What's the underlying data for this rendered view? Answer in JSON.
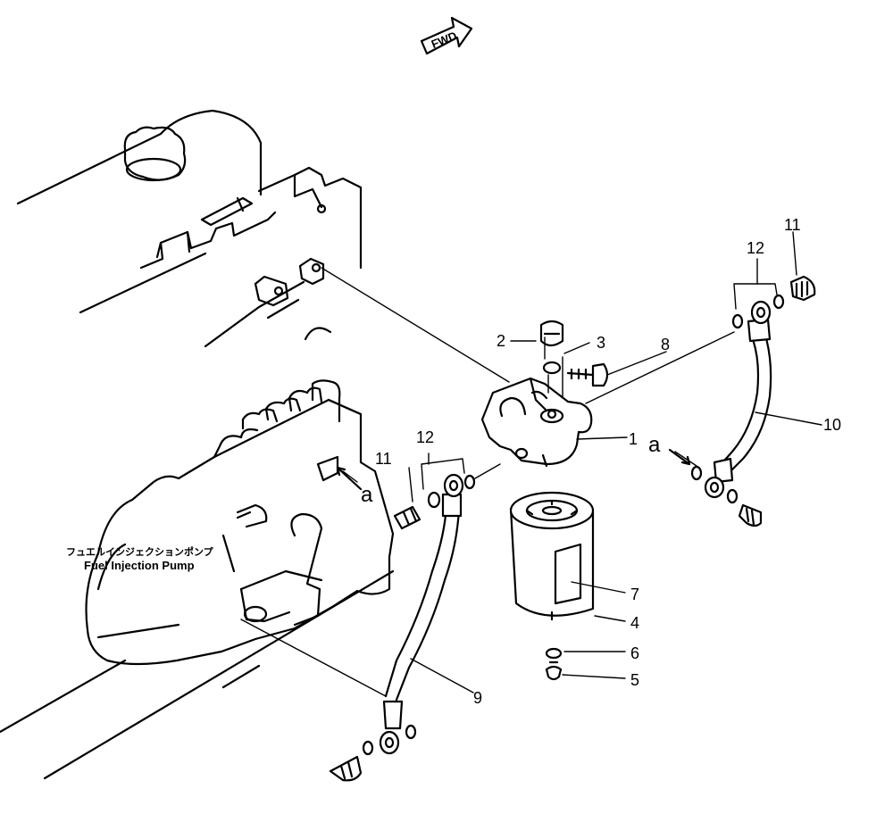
{
  "fwd_label": "FWD",
  "pump_label_jp": "フュエルインジェクションポンプ",
  "pump_label_en": "Fuel Injection Pump",
  "connection_marks": [
    "a",
    "a"
  ],
  "callouts": {
    "n1": "1",
    "n2": "2",
    "n3": "3",
    "n4": "4",
    "n5": "5",
    "n6": "6",
    "n7": "7",
    "n8": "8",
    "n9": "9",
    "n10": "10",
    "n11_left": "11",
    "n11_right": "11",
    "n12_left": "12",
    "n12_right": "12"
  }
}
